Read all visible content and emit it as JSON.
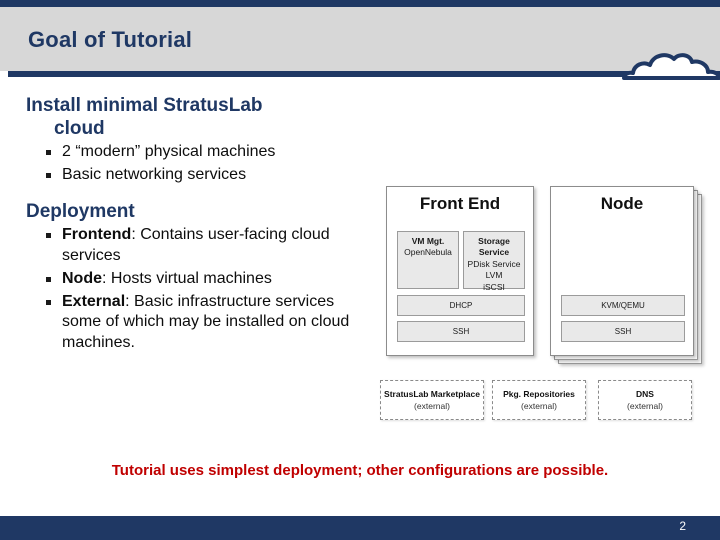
{
  "slide": {
    "title": "Goal of Tutorial",
    "page_number": "2",
    "logo_icon": "cloud-icon",
    "colors": {
      "navy": "#1f3864",
      "header_band": "#d7d7d7",
      "red_note": "#c00000",
      "box_fill": "#e9e9e9"
    }
  },
  "body": {
    "heading1": "Install minimal StratusLab",
    "heading1_cont": "cloud",
    "bullets1": [
      "2 “modern” physical machines",
      "Basic networking services"
    ],
    "heading2": "Deployment",
    "bullets2": [
      {
        "label": "Frontend",
        "text": ": Contains user-facing cloud services"
      },
      {
        "label": "Node",
        "text": ": Hosts virtual machines"
      },
      {
        "label": "External",
        "text": ": Basic infrastructure services some of which may be installed on cloud machines."
      }
    ]
  },
  "diagram": {
    "frontend": {
      "title": "Front End",
      "vm_mgt": {
        "head": "VM Mgt.",
        "lines": [
          "OpenNebula"
        ]
      },
      "storage": {
        "head": "Storage Service",
        "lines": [
          "PDisk Service",
          "LVM",
          "iSCSI"
        ]
      },
      "bars": [
        "DHCP",
        "SSH"
      ]
    },
    "node": {
      "title": "Node",
      "bars": [
        "KVM/QEMU",
        "SSH"
      ]
    },
    "external": [
      {
        "head": "StratusLab Marketplace",
        "sub": "(external)"
      },
      {
        "head": "Pkg. Repositories",
        "sub": "(external)"
      },
      {
        "head": "DNS",
        "sub": "(external)"
      }
    ]
  },
  "footer": {
    "note": "Tutorial uses simplest deployment; other configurations are possible."
  }
}
